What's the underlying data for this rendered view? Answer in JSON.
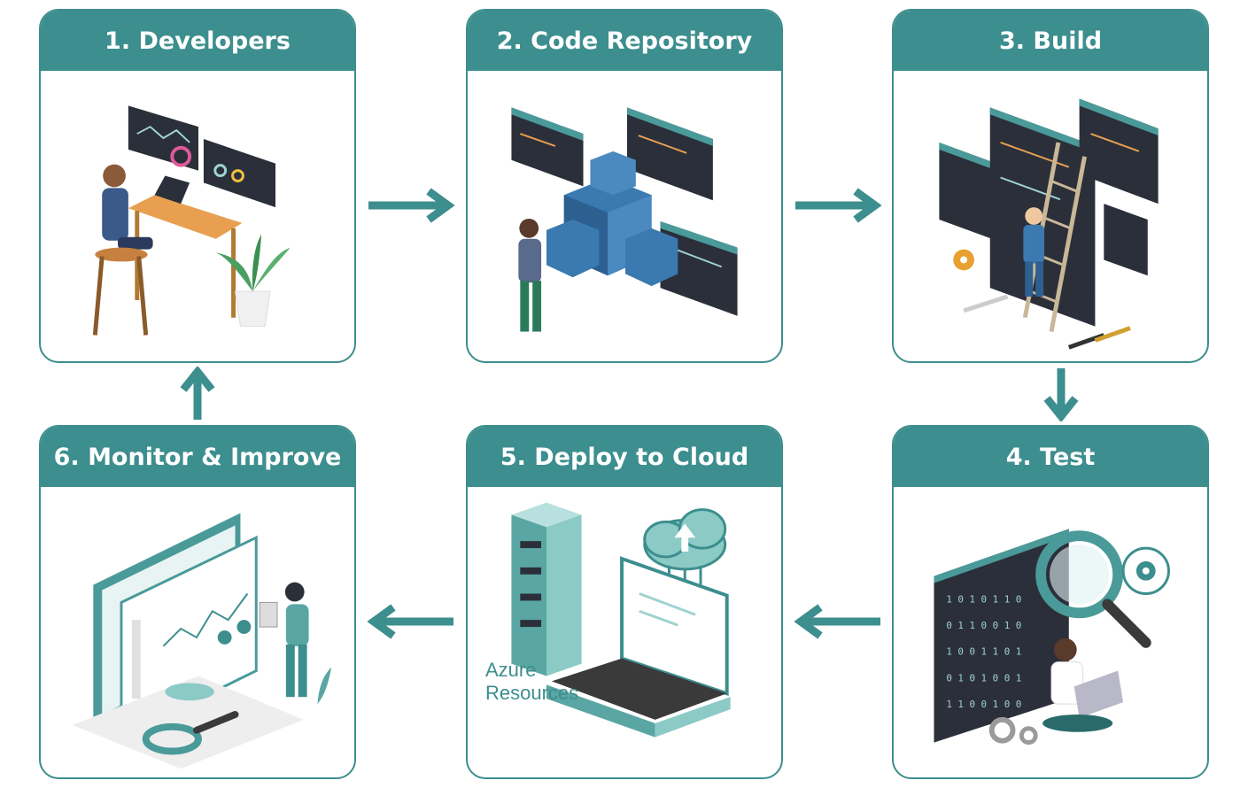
{
  "steps": [
    {
      "label": "1. Developers"
    },
    {
      "label": "2. Code Repository"
    },
    {
      "label": "3. Build"
    },
    {
      "label": "4. Test"
    },
    {
      "label": "5. Deploy to Cloud",
      "note_line1": "Azure",
      "note_line2": "Resources"
    },
    {
      "label": "6. Monitor & Improve"
    }
  ],
  "colors": {
    "teal": "#3d8e8e",
    "dark": "#2b2f3a",
    "light_teal": "#9fd3d0"
  }
}
